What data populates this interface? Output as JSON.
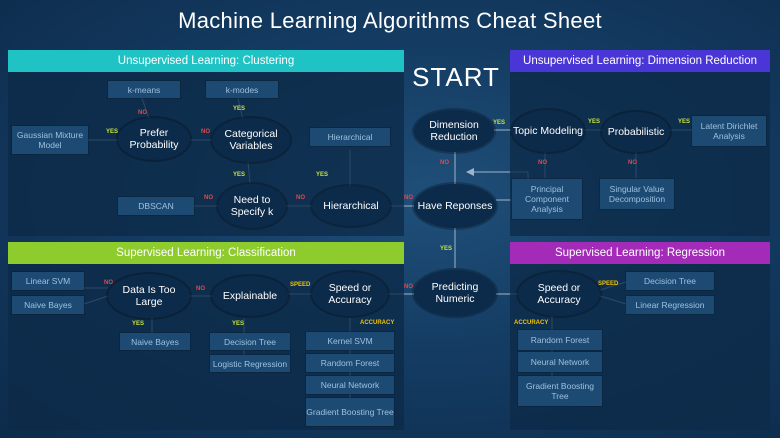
{
  "title": "Machine Learning Algorithms Cheat Sheet",
  "start": "START",
  "colors": {
    "clustering": "#1fc3c3",
    "dimension_reduction": "#4a36d6",
    "classification": "#8ecb2c",
    "regression": "#a32bb8"
  },
  "headers": {
    "clustering": "Unsupervised Learning: Clustering",
    "dimension_reduction": "Unsupervised Learning: Dimension Reduction",
    "classification": "Supervised Learning: Classification",
    "regression": "Supervised Learning: Regression"
  },
  "nodes": {
    "dimension_reduction": "Dimension Reduction",
    "have_responses": "Have Reponses",
    "predicting_numeric": "Predicting Numeric",
    "prefer_probability": "Prefer Probability",
    "categorical_variables": "Categorical Variables",
    "need_to_specify_k": "Need to Specify k",
    "hierarchical": "Hierarchical",
    "topic_modeling": "Topic Modeling",
    "probabilistic": "Probabilistic",
    "data_too_large": "Data Is Too Large",
    "explainable": "Explainable",
    "speed_or_accuracy_cls": "Speed or Accuracy",
    "speed_or_accuracy_reg": "Speed or Accuracy"
  },
  "boxes": {
    "k_means": "k-means",
    "k_modes": "k-modes",
    "gaussian_mixture": "Gaussian Mixture Model",
    "dbscan": "DBSCAN",
    "hierarchical_algo": "Hierarchical",
    "lda": "Latent Dirichlet Analysis",
    "pca": "Principal Component Analysis",
    "svd": "Singular Value Decomposition",
    "linear_svm": "Linear SVM",
    "naive_bayes_1": "Naive Bayes",
    "naive_bayes_2": "Naive Bayes",
    "decision_tree_cls": "Decision Tree",
    "logistic_regression": "Logistic Regression",
    "kernel_svm": "Kernel SVM",
    "random_forest_cls": "Random Forest",
    "neural_network_cls": "Neural Network",
    "gradient_boosting_cls": "Gradient Boosting Tree",
    "decision_tree_reg": "Decision Tree",
    "linear_regression": "Linear Regression",
    "random_forest_reg": "Random Forest",
    "neural_network_reg": "Neural Network",
    "gradient_boosting_reg": "Gradient Boosting Tree"
  },
  "labels": {
    "yes": "YES",
    "no": "NO",
    "speed": "SPEED",
    "accuracy": "ACCURACY"
  }
}
